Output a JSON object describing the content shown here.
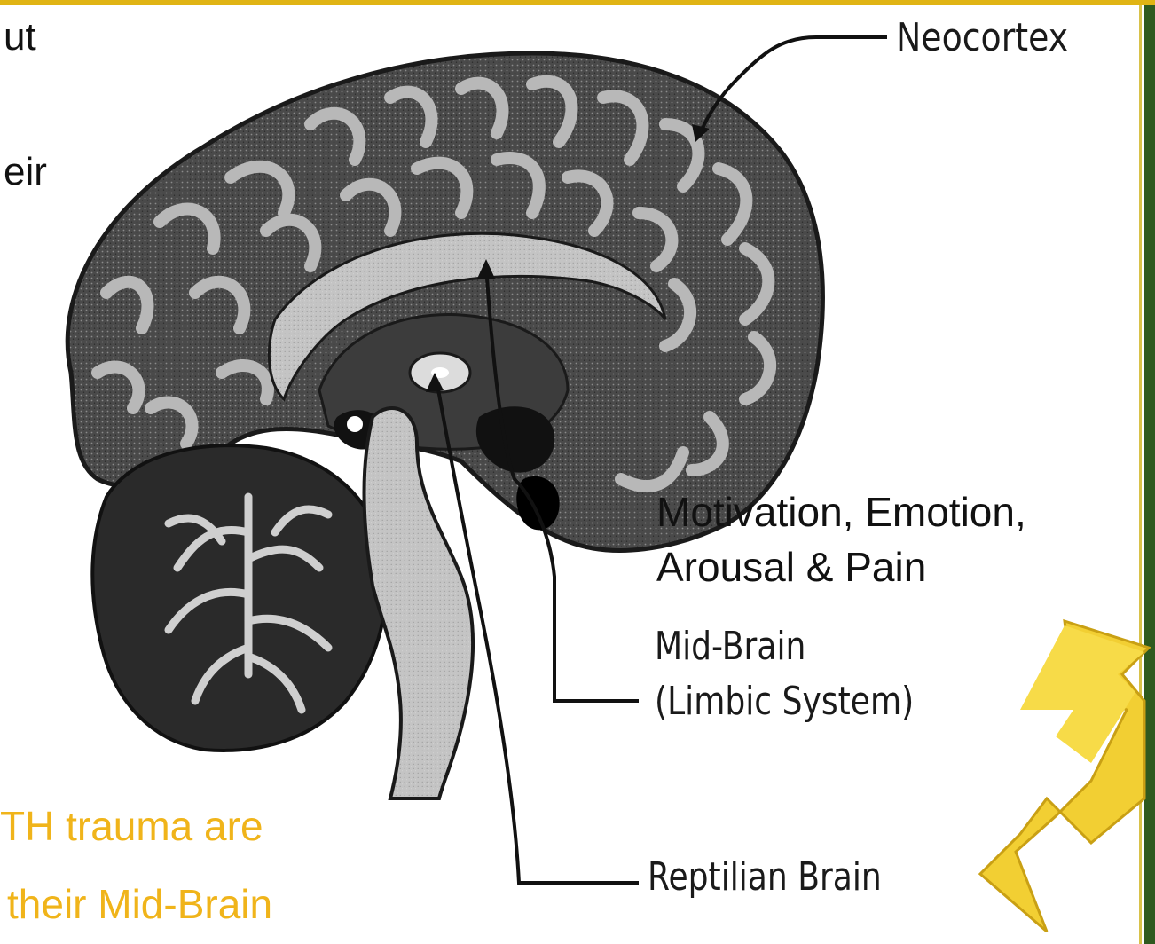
{
  "slide": {
    "partial_line_1": "ut",
    "partial_line_2": "eir",
    "trauma_line_1": "TH trauma are",
    "trauma_line_2": "their Mid-Brain"
  },
  "diagram": {
    "neocortex_label": "Neocortex",
    "midbrain_label_line1": "Mid-Brain",
    "midbrain_label_line2": "(Limbic System)",
    "reptilian_label": "Reptilian Brain",
    "caption_line1": "Motivation, Emotion,",
    "caption_line2": "Arousal & Pain"
  },
  "colors": {
    "accent_yellow": "#f0b41a",
    "frame_green": "#2f5a1f"
  }
}
